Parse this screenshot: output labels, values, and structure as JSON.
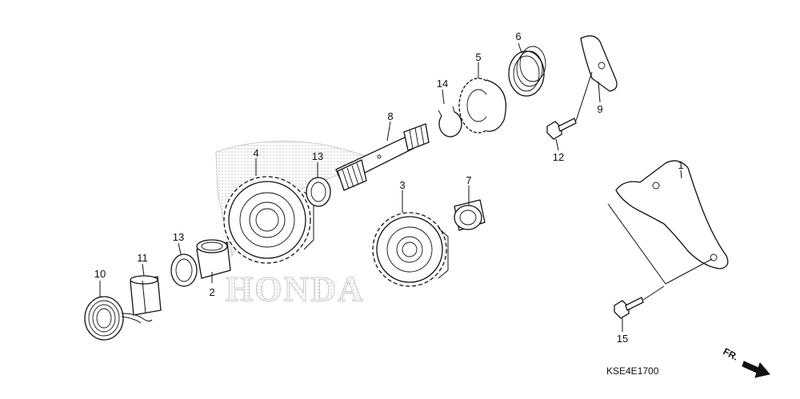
{
  "diagram": {
    "parts": [
      {
        "id": "p1",
        "number": "1"
      },
      {
        "id": "p2",
        "number": "2"
      },
      {
        "id": "p3",
        "number": "3"
      },
      {
        "id": "p4",
        "number": "4"
      },
      {
        "id": "p5",
        "number": "5"
      },
      {
        "id": "p6",
        "number": "6"
      },
      {
        "id": "p7",
        "number": "7"
      },
      {
        "id": "p8",
        "number": "8"
      },
      {
        "id": "p9",
        "number": "9"
      },
      {
        "id": "p10",
        "number": "10"
      },
      {
        "id": "p11",
        "number": "11"
      },
      {
        "id": "p12",
        "number": "12"
      },
      {
        "id": "p13a",
        "number": "13"
      },
      {
        "id": "p13b",
        "number": "13"
      },
      {
        "id": "p14",
        "number": "14"
      },
      {
        "id": "p15",
        "number": "15"
      }
    ],
    "diagram_code": "KSE4E1700",
    "front_indicator": "FR.",
    "watermark": "HONDA",
    "colors": {
      "line": "#111111",
      "watermark": "#c8c8c8"
    }
  }
}
